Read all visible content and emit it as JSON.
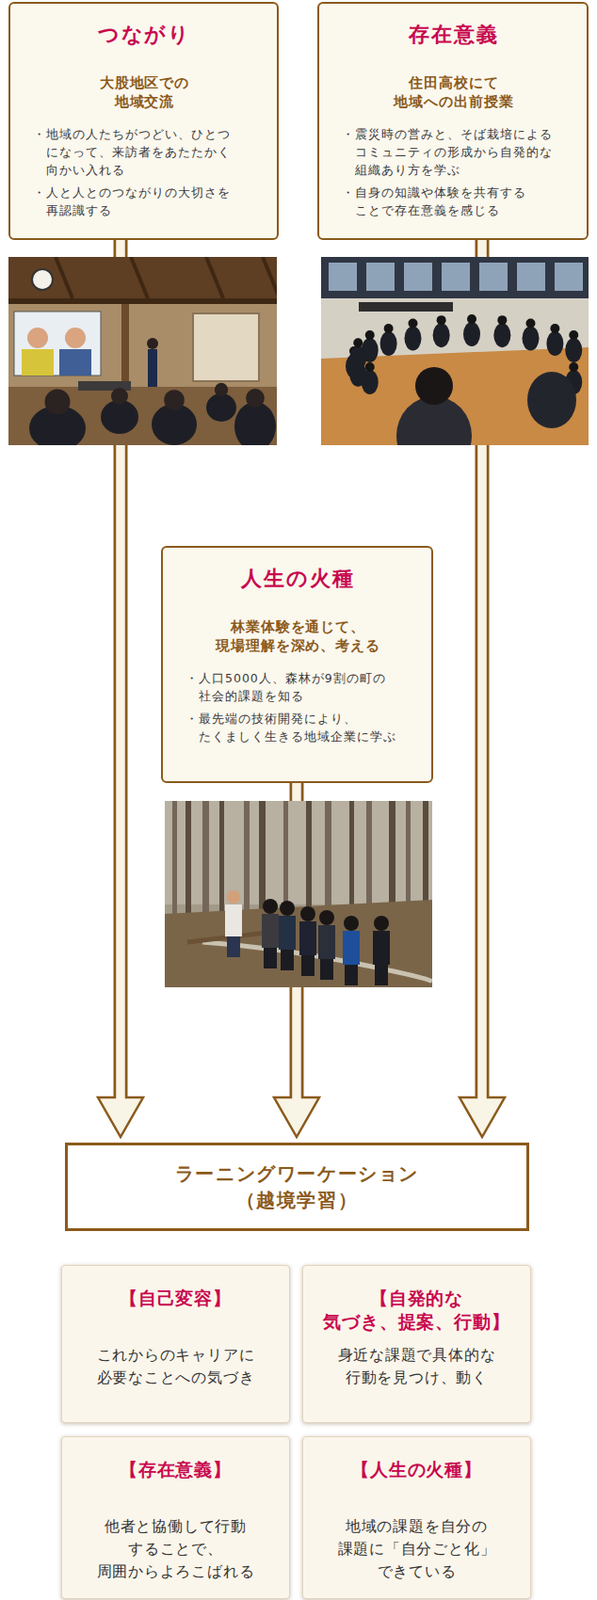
{
  "diagram": {
    "nodes": [
      {
        "text": [
          "つながり",
          "大股地区での 地域交流",
          "・地域の人たちがつどい、ひとつ になって、来訪者をあたたかく 向かい入れる",
          "・人と人とのつながりの大切さを 再認識する"
        ]
      },
      {
        "text": [
          "存在意義",
          "住田高校にて 地域への出前授業",
          "・震災時の営みと、そば栽培による コミュニティの形成から自発的な 組織あり方を学ぶ",
          "・自身の知識や体験を共有する ことで存在意義を感じる"
        ]
      },
      {
        "text": [
          "人生の火種",
          "林業体験を通じて、 現場理解を深め、考える",
          "・人口5000人、森林が9割の町の 社会的課題を知る",
          "・最先端の技術開発により、 たくましく生きる地域企業に学ぶ"
        ]
      },
      {
        "text": [
          "ラーニングワーケーション （越境学習）"
        ]
      },
      {
        "text": [
          "【自己変容】",
          "これからのキャリアに 必要なことへの気づき"
        ]
      },
      {
        "text": [
          "【自発的な 気づき、提案、行動】",
          "身近な課題で具体的な 行動を見つけ、動く"
        ]
      },
      {
        "text": [
          "【存在意義】",
          "他者と協働して行動 することで、 周囲からよろこばれる"
        ]
      },
      {
        "text": [
          "【人生の火種】",
          "地域の課題を自分の 課題に「自分ごと化」 できている"
        ]
      }
    ],
    "edges": [
      {
        "from": 0,
        "to": 3,
        "arrow": "to"
      },
      {
        "from": 1,
        "to": 3,
        "arrow": "to"
      },
      {
        "from": 2,
        "to": 3,
        "arrow": "to"
      }
    ]
  }
}
